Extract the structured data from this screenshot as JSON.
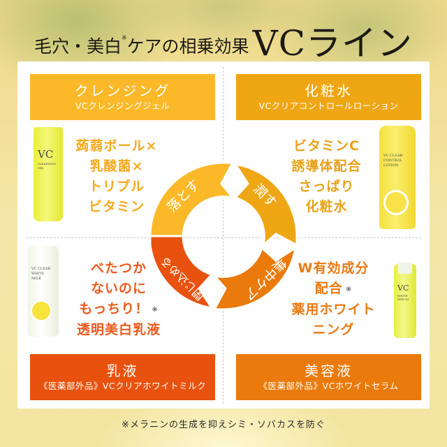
{
  "title": {
    "part1": "毛穴・美白",
    "note_mark": "※",
    "part2": "ケアの相乗効果",
    "brand": "VCライン"
  },
  "colors": {
    "cleansing": "#fbb92a",
    "lotion": "#efa614",
    "milk": "#e8520e",
    "serum": "#ea7a0b"
  },
  "cards": [
    {
      "title": "クレンジング",
      "subtitle": "VCクレンジングジェル",
      "features": [
        "蒟蒻ボール×",
        "乳酸菌×",
        "トリプル",
        "ビタミン"
      ],
      "bottle_text": [
        "VC",
        "CLEANSING",
        "GEL"
      ]
    },
    {
      "title": "化粧水",
      "subtitle": "VCクリアコントロールローション",
      "features": [
        "ビタミンC",
        "誘導体配合",
        "さっぱり",
        "化粧水"
      ],
      "bottle_text": [
        "VC CLEAR",
        "CONTROL",
        "LOTION"
      ]
    },
    {
      "title": "乳液",
      "subtitle": "《医薬部外品》VCクリアホワイトミルク",
      "features": [
        "べたつか",
        "ないのに",
        "もっちり！",
        "透明美白乳液"
      ],
      "feature_note": "※",
      "bottle_text": [
        "VC CLEAR",
        "WHITE",
        "MILK"
      ]
    },
    {
      "title": "美容液",
      "subtitle": "《医薬部外品》VCホワイトセラム",
      "features": [
        "W有効成分",
        "配合",
        "薬用ホワイト",
        "ニング"
      ],
      "feature_note": "※",
      "bottle_text": [
        "VC",
        "WHITE",
        "SERUM"
      ]
    }
  ],
  "cycle": {
    "steps": [
      "落とす",
      "潤す",
      "集中ケア",
      "閉じ込める"
    ]
  },
  "footnote": "※メラニンの生成を抑えシミ・ソバカスを防ぐ"
}
